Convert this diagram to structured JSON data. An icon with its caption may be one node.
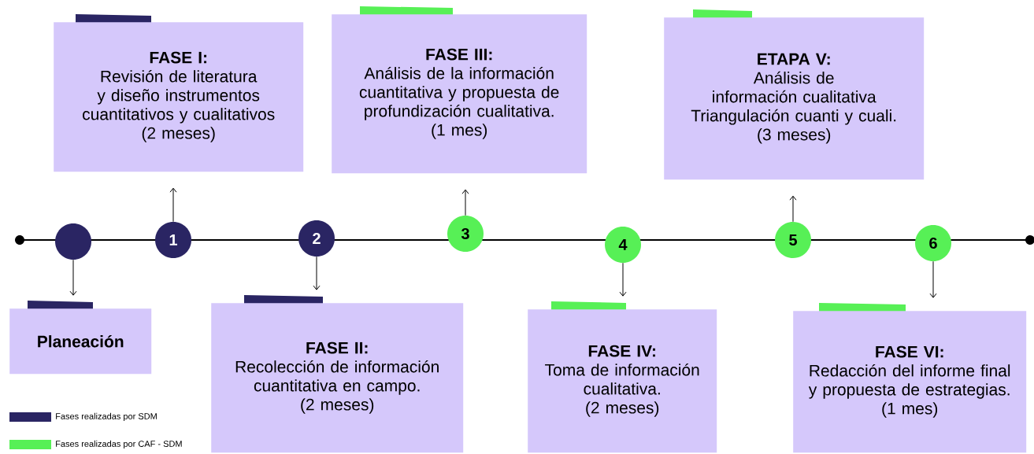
{
  "diagram": {
    "nodes": [
      {
        "text": [],
        "shape": "circle"
      },
      {
        "text": [
          "Planeación"
        ]
      },
      {
        "text": [
          "1"
        ]
      },
      {
        "text": [
          "FASE I:",
          "Revisión de literatura y diseño instrumentos cuantitativos y cualitativos",
          "(2 meses)"
        ]
      },
      {
        "text": [
          "2"
        ]
      },
      {
        "text": [
          "FASE II:",
          "Recolección de información cuantitativa  en campo.",
          "(2 meses)"
        ]
      },
      {
        "text": [
          "3"
        ]
      },
      {
        "text": [
          "FASE III:",
          "Análisis de la información cuantitativa y propuesta de profundización cualitativa.",
          "(1 mes)"
        ]
      },
      {
        "text": [
          "4"
        ]
      },
      {
        "text": [
          "FASE IV:",
          "Toma de información cualitativa.",
          "(2 meses)"
        ]
      },
      {
        "text": [
          "5"
        ]
      },
      {
        "text": [
          "ETAPA V:",
          "Análisis de información cualitativa",
          "Triangulación cuanti y cuali.",
          "(3 meses)"
        ]
      },
      {
        "text": [
          "6"
        ]
      },
      {
        "text": [
          "FASE VI:",
          "Redacción del informe final y propuesta de estrategias.",
          "(1 mes)"
        ]
      }
    ],
    "edges": [
      {
        "from": 0,
        "to": 1,
        "arrow": "to"
      },
      {
        "from": 2,
        "to": 3,
        "arrow": "to"
      },
      {
        "from": 4,
        "to": 5,
        "arrow": "to"
      },
      {
        "from": 6,
        "to": 7,
        "arrow": "to"
      },
      {
        "from": 8,
        "to": 9,
        "arrow": "to"
      },
      {
        "from": 10,
        "to": 11,
        "arrow": "to"
      },
      {
        "from": 12,
        "to": 13,
        "arrow": "to"
      }
    ],
    "legend": [
      {
        "text": "Fases realizadas por SDM",
        "color": "#2a2563"
      },
      {
        "text": "Fases realizadas por CAF - SDM",
        "color": "#57f056"
      }
    ]
  }
}
